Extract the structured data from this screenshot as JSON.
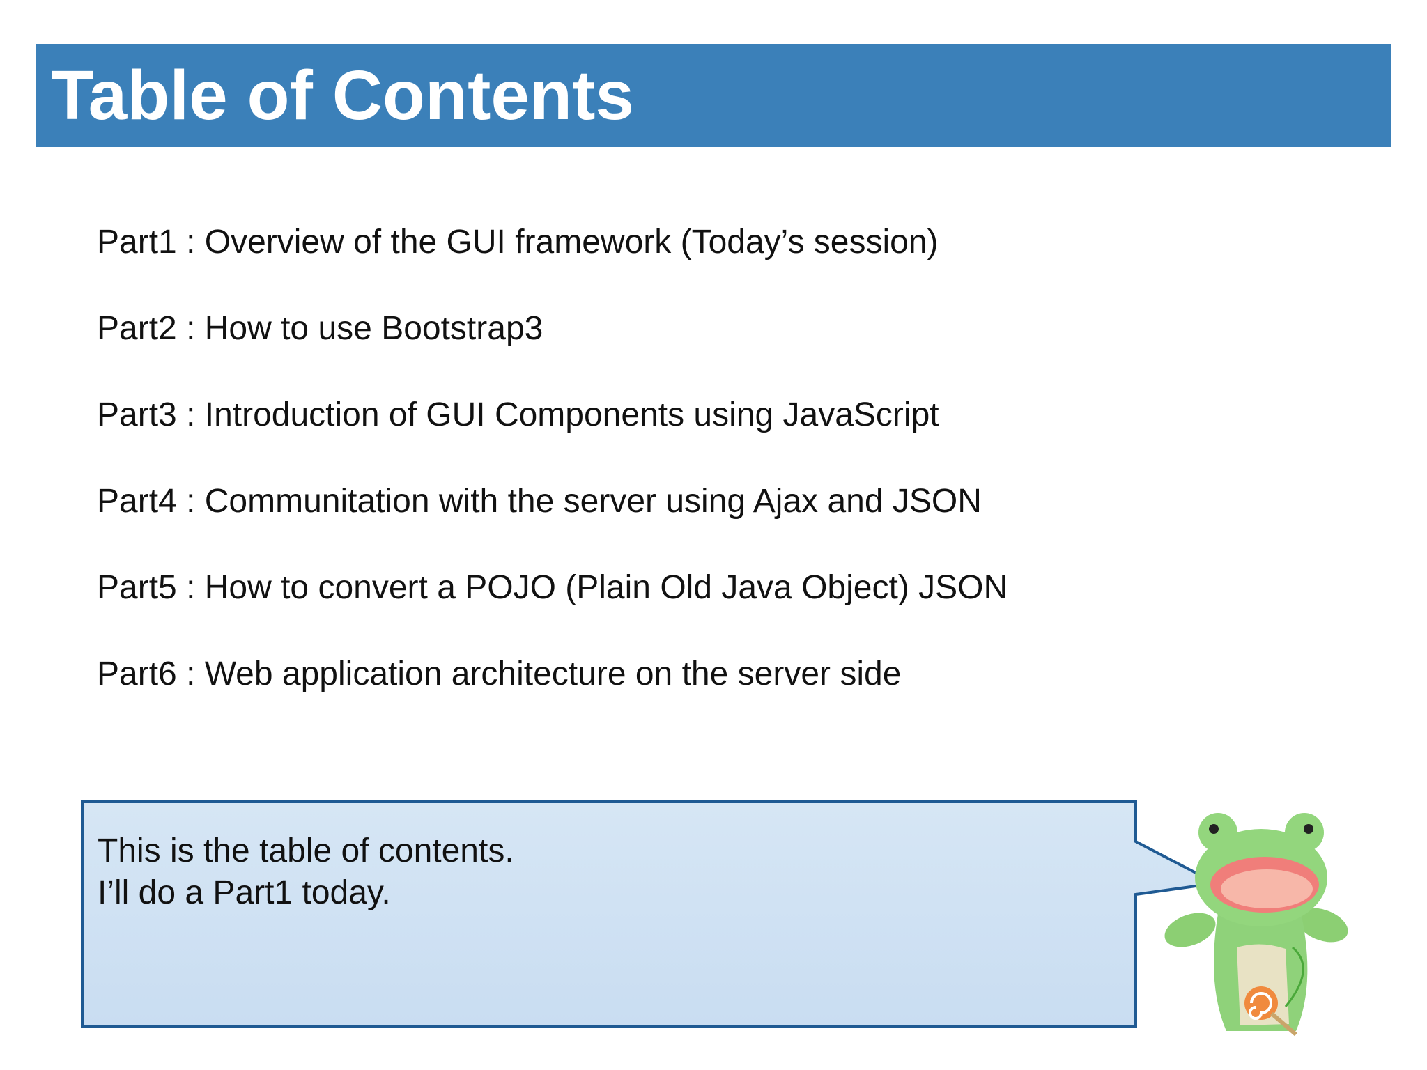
{
  "slide": {
    "title": "Table of Contents",
    "parts": [
      "Part1 : Overview of the GUI framework (Today’s session)",
      "Part2 : How to use Bootstrap3",
      "Part3 : Introduction of GUI Components using JavaScript",
      "Part4 : Communitation with the server using Ajax and JSON",
      "Part5 : How to convert a POJO (Plain Old Java Object) JSON",
      "Part6 : Web application architecture on the server side"
    ],
    "speech_bubble": {
      "line1": "This is the table of contents.",
      "line2": "I’ll do a Part1 today."
    },
    "mascot_icon": "frog-puppet-icon"
  },
  "colors": {
    "title_bar": "#3b80b9",
    "title_text": "#ffffff",
    "bubble_fill": "#cfe0f2",
    "bubble_border": "#1f5a93",
    "frog_green": "#8fd27a"
  }
}
